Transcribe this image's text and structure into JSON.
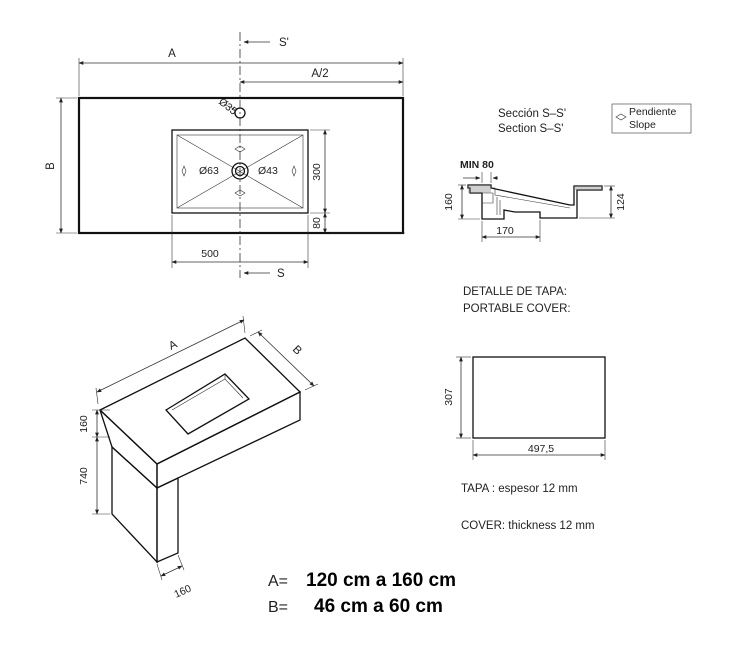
{
  "plan": {
    "label_a": "A",
    "label_a_half": "A/2",
    "label_b": "B",
    "label_section_top": "S'",
    "label_section_bottom": "S",
    "hole_35": "Ø35",
    "drain_63": "Ø63",
    "drain_43": "Ø43",
    "dim_300": "300",
    "dim_80": "80",
    "dim_500": "500"
  },
  "section": {
    "title_es": "Sección S–S'",
    "title_en": "Section S–S'",
    "legend_es": "Pendiente",
    "legend_en": "Slope",
    "min_label": "MIN 80",
    "dim_160": "160",
    "dim_170": "170",
    "dim_124": "124"
  },
  "cover": {
    "title_es": "DETALLE DE TAPA:",
    "title_en": "PORTABLE COVER:",
    "dim_height": "307",
    "dim_width": "497,5",
    "note_es": "TAPA : espesor 12 mm",
    "note_en": "COVER: thickness 12 mm"
  },
  "iso": {
    "label_a": "A",
    "label_b": "B",
    "dim_160_top": "160",
    "dim_740": "740",
    "dim_160_bottom": "160"
  },
  "sizes": {
    "a_label": "A=",
    "a_value": "120 cm a 160 cm",
    "b_label": "B=",
    "b_value": "46 cm a 60 cm"
  }
}
